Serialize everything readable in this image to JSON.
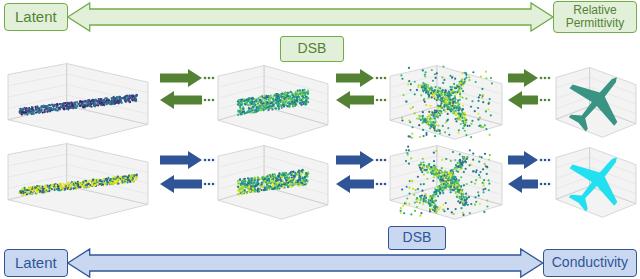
{
  "diagram": {
    "nodes": [
      {
        "text": [
          "Latent"
        ]
      },
      {
        "text": [
          "Relative Permittivity"
        ]
      },
      {
        "text": [
          "DSB"
        ]
      },
      {
        "text": [
          "DSB"
        ]
      },
      {
        "text": [
          "Latent"
        ]
      },
      {
        "text": [
          "Conductivity"
        ]
      }
    ],
    "edges": [
      {
        "from": 0,
        "to": 1,
        "arrow": "both"
      },
      {
        "from": 4,
        "to": 5,
        "arrow": "both"
      }
    ]
  }
}
